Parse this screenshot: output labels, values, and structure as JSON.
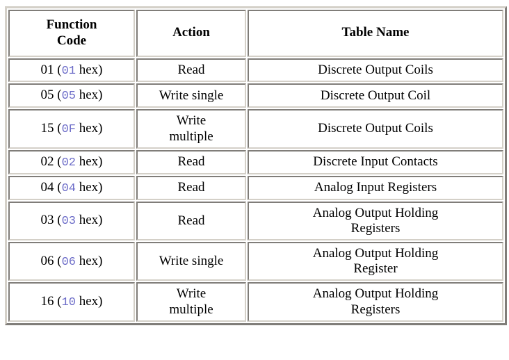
{
  "table": {
    "caption": "",
    "columns": [
      {
        "key": "function_code",
        "label": "Function\nCode"
      },
      {
        "key": "action",
        "label": "Action"
      },
      {
        "key": "table_name",
        "label": "Table Name"
      }
    ],
    "headers": {
      "function_code_line1": "Function",
      "function_code_line2": "Code",
      "action": "Action",
      "table_name": "Table Name"
    },
    "hex_suffix": "hex",
    "paren_open": "(",
    "paren_close": ")",
    "accent_hex_color": "#6c6cc8",
    "border_color": "#d4d0c8",
    "text_color": "#000000",
    "background_color": "#ffffff",
    "rows": [
      {
        "decimal": "01",
        "hex": "01",
        "action": "Read",
        "action_line1": "Read",
        "action_line2": "",
        "table_name": "Discrete Output Coils",
        "table_line1": "Discrete Output Coils",
        "table_line2": ""
      },
      {
        "decimal": "05",
        "hex": "05",
        "action": "Write single",
        "action_line1": "Write single",
        "action_line2": "",
        "table_name": "Discrete Output Coil",
        "table_line1": "Discrete Output Coil",
        "table_line2": ""
      },
      {
        "decimal": "15",
        "hex": "0F",
        "action": "Write multiple",
        "action_line1": "Write",
        "action_line2": "multiple",
        "table_name": "Discrete Output Coils",
        "table_line1": "Discrete Output Coils",
        "table_line2": ""
      },
      {
        "decimal": "02",
        "hex": "02",
        "action": "Read",
        "action_line1": "Read",
        "action_line2": "",
        "table_name": "Discrete Input Contacts",
        "table_line1": "Discrete Input Contacts",
        "table_line2": ""
      },
      {
        "decimal": "04",
        "hex": "04",
        "action": "Read",
        "action_line1": "Read",
        "action_line2": "",
        "table_name": "Analog Input Registers",
        "table_line1": "Analog Input Registers",
        "table_line2": ""
      },
      {
        "decimal": "03",
        "hex": "03",
        "action": "Read",
        "action_line1": "Read",
        "action_line2": "",
        "table_name": "Analog Output Holding Registers",
        "table_line1": "Analog Output Holding",
        "table_line2": "Registers"
      },
      {
        "decimal": "06",
        "hex": "06",
        "action": "Write single",
        "action_line1": "Write single",
        "action_line2": "",
        "table_name": "Analog Output Holding Register",
        "table_line1": "Analog Output Holding",
        "table_line2": "Register"
      },
      {
        "decimal": "16",
        "hex": "10",
        "action": "Write multiple",
        "action_line1": "Write",
        "action_line2": "multiple",
        "table_name": "Analog Output Holding Registers",
        "table_line1": "Analog Output Holding",
        "table_line2": "Registers"
      }
    ]
  }
}
